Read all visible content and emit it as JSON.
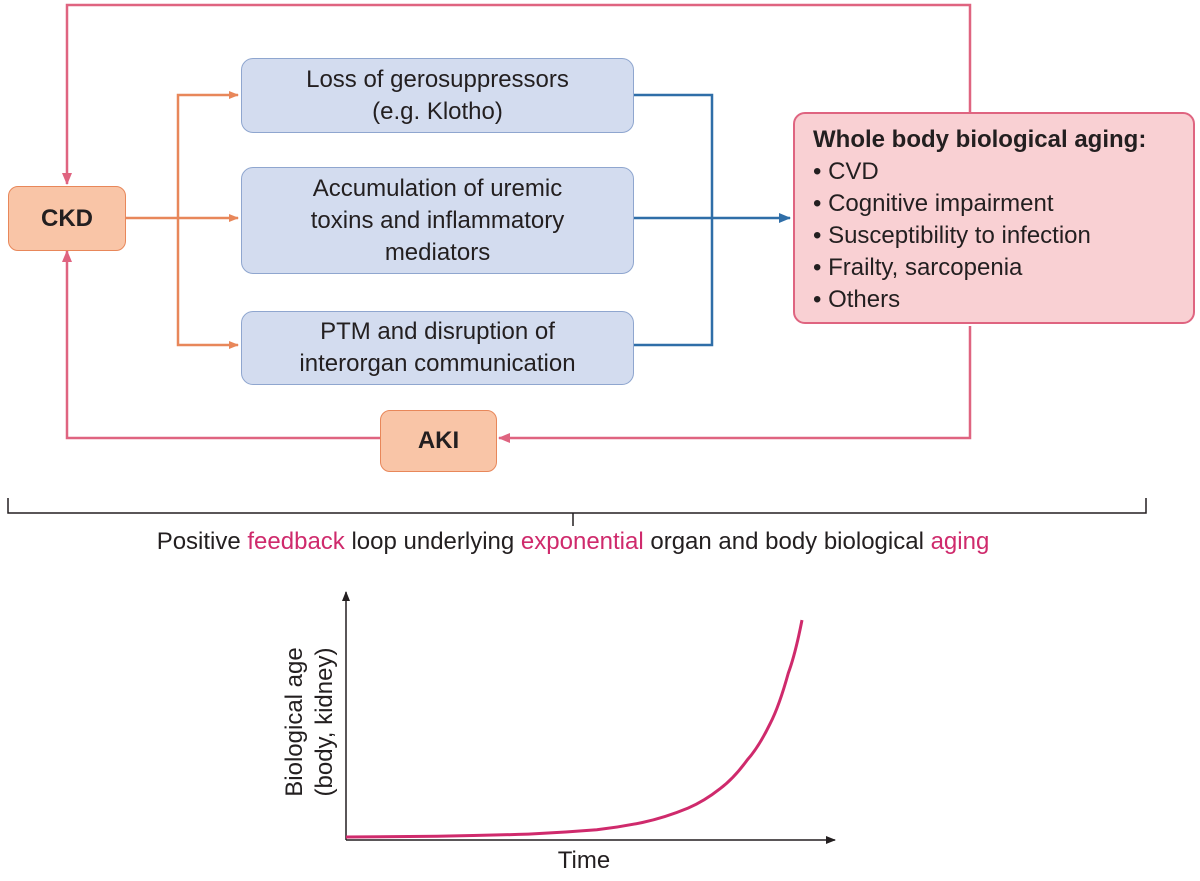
{
  "nodes": {
    "ckd": "CKD",
    "aki": "AKI",
    "gerosuppressors": [
      "Loss of gerosuppressors",
      "(e.g. Klotho)"
    ],
    "uremic_toxins": [
      "Accumulation of uremic",
      "toxins and inflammatory",
      "mediators"
    ],
    "ptm": [
      "PTM and disruption of",
      "interorgan communication"
    ],
    "aging": {
      "title": "Whole body biological aging:",
      "items": [
        "• CVD",
        "• Cognitive impairment",
        "• Susceptibility to infection",
        "• Frailty, sarcopenia",
        "• Others"
      ]
    }
  },
  "caption": {
    "parts": [
      "Positive ",
      "feedback",
      " loop underlying ",
      "exponential",
      " organ and body biological ",
      "aging"
    ]
  },
  "colors": {
    "orange_arrow": "#e8875a",
    "blue_arrow": "#2f6ea8",
    "pink_arrow": "#df6480",
    "curve": "#cf2a6c",
    "accent_text": "#cf2a6c"
  },
  "chart_data": {
    "type": "line",
    "xlabel": "Time",
    "ylabel": [
      "Biological age",
      "(body, kidney)"
    ],
    "shape": "exponential",
    "series": [
      {
        "x": [
          0.0,
          0.2,
          0.4,
          0.55,
          0.65,
          0.75,
          0.82,
          0.88,
          0.93,
          0.97,
          1.0
        ],
        "y": [
          0.0,
          0.003,
          0.012,
          0.03,
          0.06,
          0.12,
          0.2,
          0.32,
          0.47,
          0.68,
          0.9
        ]
      }
    ]
  }
}
